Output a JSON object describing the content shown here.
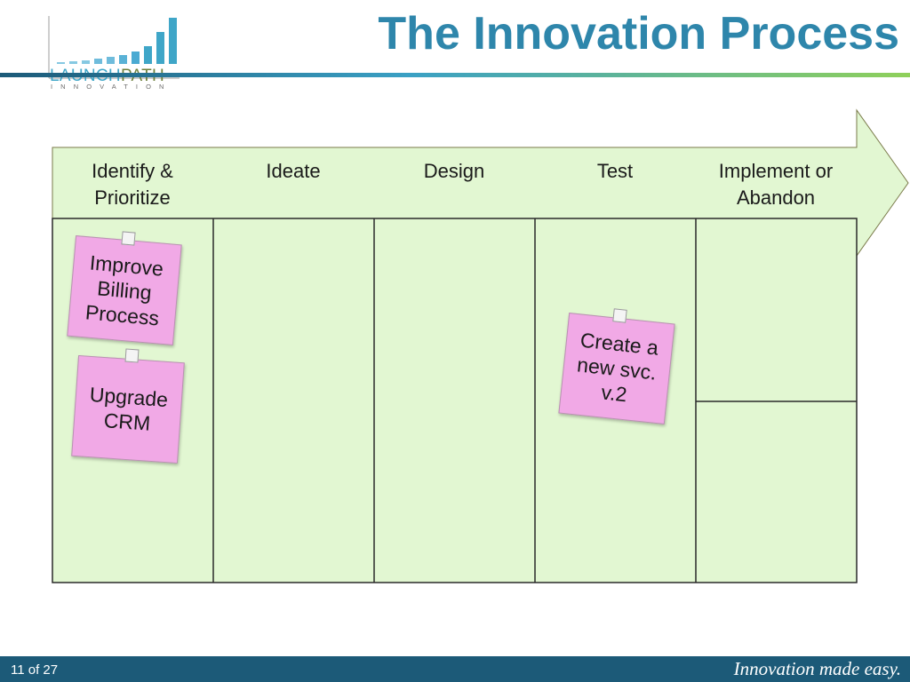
{
  "header": {
    "title": "The Innovation Process",
    "logo_part1": "LAUNCH",
    "logo_part2": "PATH",
    "logo_sub": "INNOVATION"
  },
  "colors": {
    "title": "#2e86ab",
    "board_fill": "#e2f7d2",
    "sticky_note": "#f1a9e6",
    "footer": "#1c5a78"
  },
  "stages": [
    "Identify &\nPrioritize",
    "Ideate",
    "Design",
    "Test",
    "Implement or\nAbandon"
  ],
  "notes": [
    "Improve\nBilling\nProcess",
    "Upgrade\nCRM",
    "Create a\nnew svc.\nv.2"
  ],
  "footer": {
    "page_number": "11 of  27",
    "tagline": "Innovation made easy."
  }
}
